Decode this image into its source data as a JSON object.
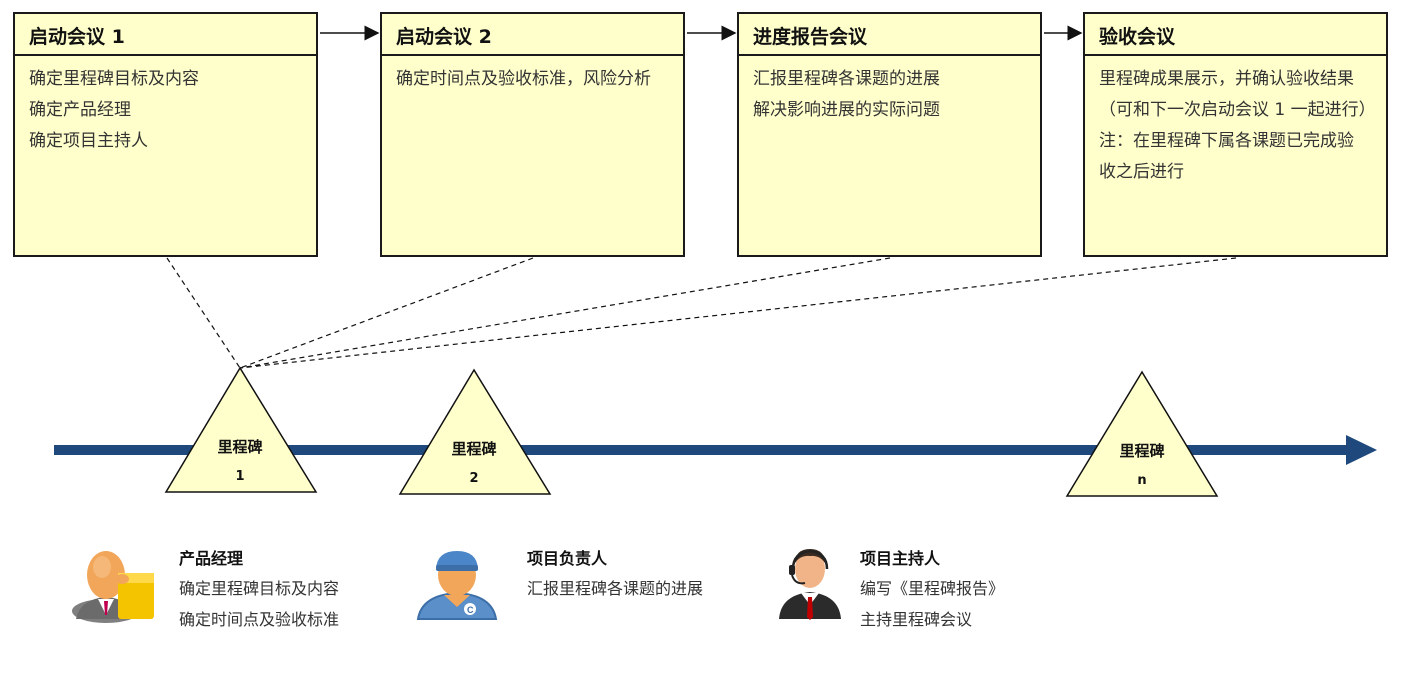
{
  "meetings": [
    {
      "title": "启动会议 1",
      "lines": [
        "确定里程碑目标及内容",
        "确定产品经理",
        "确定项目主持人"
      ]
    },
    {
      "title": "启动会议 2",
      "lines": [
        "确定时间点及验收标准，风险分析"
      ]
    },
    {
      "title": "进度报告会议",
      "lines": [
        "汇报里程碑各课题的进展",
        "解决影响进展的实际问题"
      ]
    },
    {
      "title": "验收会议",
      "lines": [
        "里程碑成果展示，并确认验收结果",
        "（可和下一次启动会议 1 一起进行）",
        "注：在里程碑下属各课题已完成验",
        "收之后进行"
      ]
    }
  ],
  "milestones": [
    {
      "label": "里程碑",
      "number": "1"
    },
    {
      "label": "里程碑",
      "number": "2"
    },
    {
      "label": "里程碑",
      "number": "n"
    }
  ],
  "roles": [
    {
      "title": "产品经理",
      "lines": [
        "确定里程碑目标及内容",
        "确定时间点及验收标准"
      ],
      "icon": "manager-with-box-icon"
    },
    {
      "title": "项目负责人",
      "lines": [
        "汇报里程碑各课题的进展"
      ],
      "icon": "worker-cap-icon"
    },
    {
      "title": "项目主持人",
      "lines": [
        "编写《里程碑报告》",
        "主持里程碑会议"
      ],
      "icon": "host-headset-icon"
    }
  ],
  "colors": {
    "box_fill": "#ffffcc",
    "triangle_fill": "#ffffcc",
    "timeline": "#1f497d",
    "border": "#1a1a1a"
  }
}
